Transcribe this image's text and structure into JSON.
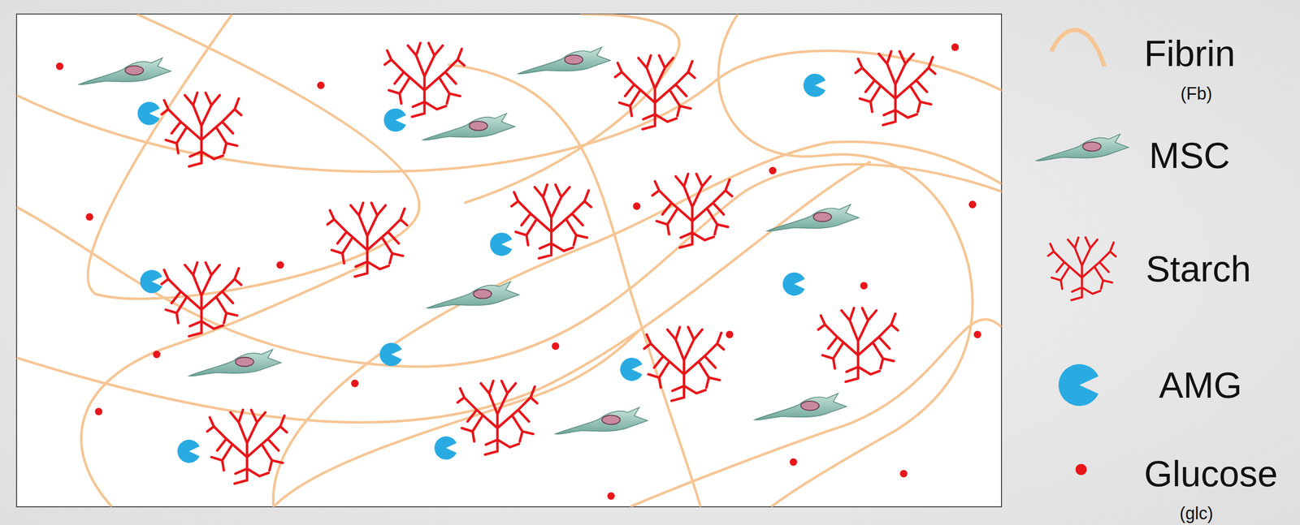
{
  "diagram": {
    "labels": [
      "(Fb)",
      "(glc)"
    ],
    "legend": [
      {
        "text": "Fibrin"
      },
      {
        "text": "MSC"
      },
      {
        "text": "Starch"
      },
      {
        "text": "AMG"
      },
      {
        "text": "Glucose"
      }
    ]
  }
}
